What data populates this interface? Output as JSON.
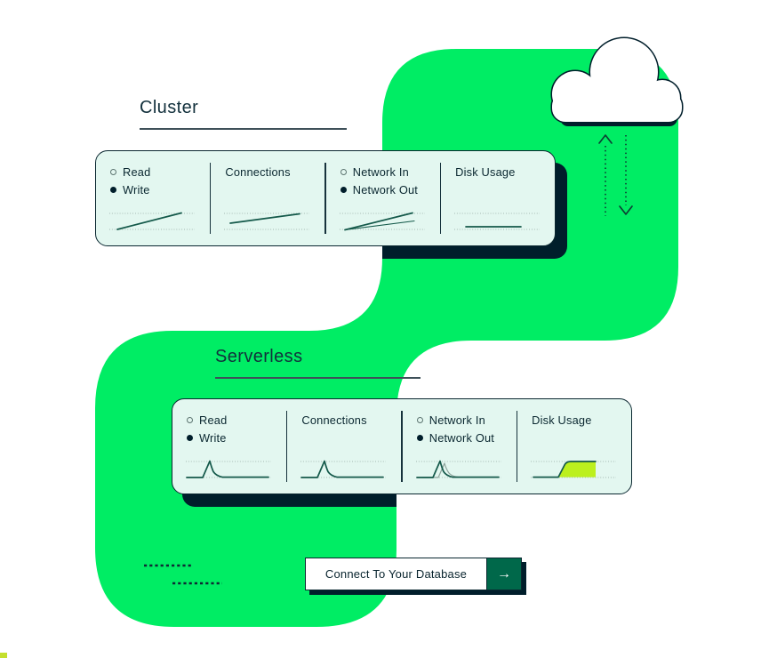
{
  "cluster": {
    "title": "Cluster",
    "panels": [
      {
        "legend": [
          {
            "label": "Read",
            "marker": "hollow"
          },
          {
            "label": "Write",
            "marker": "filled"
          }
        ],
        "trend": "line-rising"
      },
      {
        "label": "Connections",
        "trend": "line-rising-gentle"
      },
      {
        "legend": [
          {
            "label": "Network In",
            "marker": "hollow"
          },
          {
            "label": "Network Out",
            "marker": "filled"
          }
        ],
        "trend": "two-lines-rising"
      },
      {
        "label": "Disk Usage",
        "trend": "flat-line"
      }
    ]
  },
  "serverless": {
    "title": "Serverless",
    "panels": [
      {
        "legend": [
          {
            "label": "Read",
            "marker": "hollow"
          },
          {
            "label": "Write",
            "marker": "filled"
          }
        ],
        "trend": "spike"
      },
      {
        "label": "Connections",
        "trend": "spike"
      },
      {
        "legend": [
          {
            "label": "Network In",
            "marker": "hollow"
          },
          {
            "label": "Network Out",
            "marker": "filled"
          }
        ],
        "trend": "double-spike"
      },
      {
        "label": "Disk Usage",
        "trend": "filled-plateau"
      }
    ]
  },
  "cta": {
    "label": "Connect To Your Database",
    "arrow": "→"
  },
  "colors": {
    "green": "#00ED64",
    "dark_navy": "#001E2B",
    "card_bg": "#E3F7F0",
    "chart_line": "#14594A",
    "grid_dots": "#9FB3AC",
    "forest_green": "#00684A",
    "lime": "#BCF01E"
  }
}
